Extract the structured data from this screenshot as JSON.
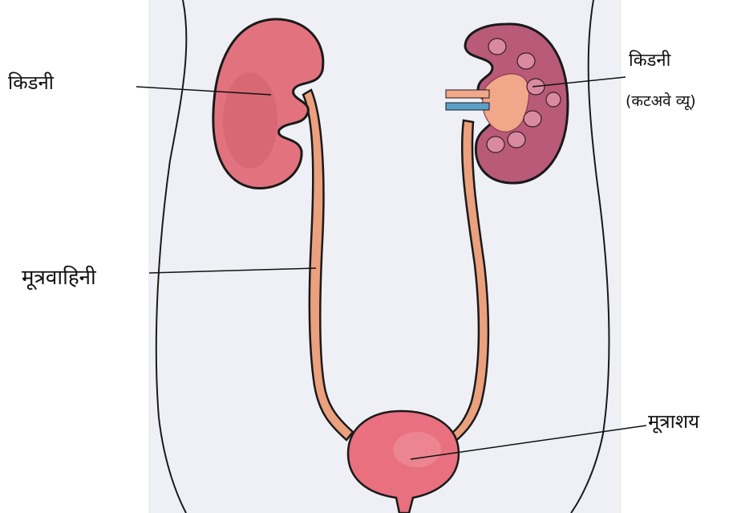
{
  "colors": {
    "paper": "#eef0f6",
    "outline": "#1a1a1a",
    "kidney_fill": "#e2737e",
    "kidney_shade": "#c95463",
    "kidney_section": "#b85a78",
    "ureter_fill": "#eba07e",
    "bladder_fill": "#e9707f",
    "vein": "#5aa0c8",
    "artery": "#f1a78a"
  },
  "labels": {
    "kidney_left": "किडनी",
    "ureter": "मूत्रवाहिनी",
    "kidney_section_line1": "किडनी",
    "kidney_section_line2": "(कटअवे  व्यू)",
    "bladder": "मूत्राशय"
  }
}
